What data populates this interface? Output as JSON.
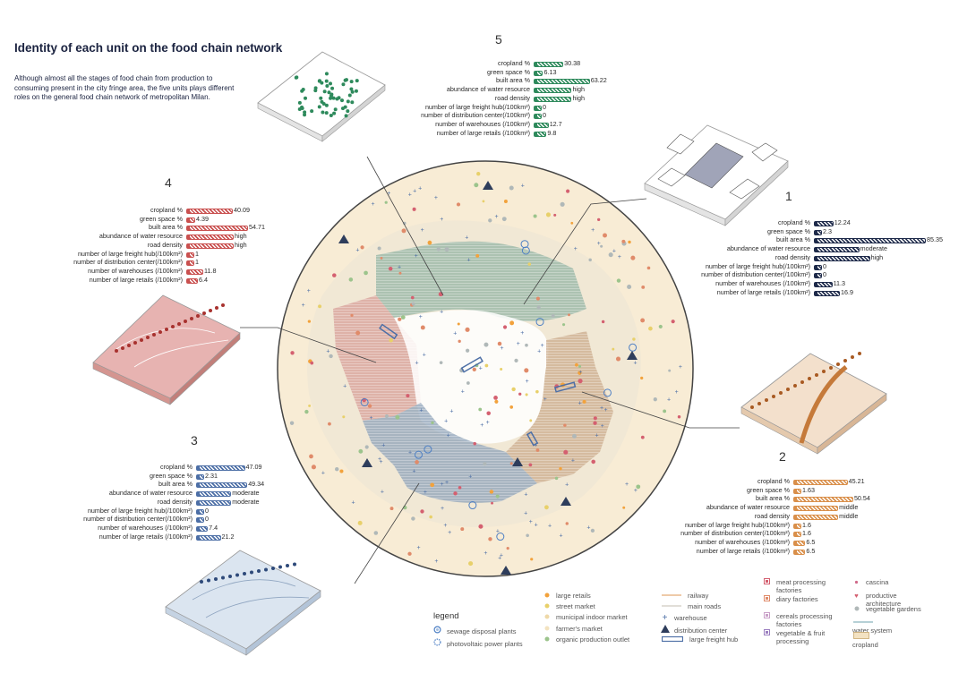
{
  "title": "Identity of each unit on the food chain network",
  "description": "Although almost all the stages of food chain from production to consuming present in the city fringe area, the five units plays different roles on the general food chain network of metropolitan Milan.",
  "units": [
    {
      "id": "5",
      "color": "#2e8a5c",
      "rows": [
        {
          "label": "cropland %",
          "value": "30.38",
          "bar": 0.36
        },
        {
          "label": "green space %",
          "value": "6.13",
          "bar": 0.07
        },
        {
          "label": "built area %",
          "value": "63.22",
          "bar": 0.74
        },
        {
          "label": "abundance of water resource",
          "value": "high",
          "bar": 0.48
        },
        {
          "label": "road density",
          "value": "high",
          "bar": 0.48
        },
        {
          "label": "number of large freight hub(/100km²)",
          "value": "0",
          "bar": 0.02
        },
        {
          "label": "number of distribution center(/100km²)",
          "value": "0",
          "bar": 0.02
        },
        {
          "label": "number of warehouses (/100km²)",
          "value": "12.7",
          "bar": 0.15
        },
        {
          "label": "number of large retails (/100km²)",
          "value": "9.8",
          "bar": 0.12
        }
      ]
    },
    {
      "id": "4",
      "color": "#c9504f",
      "rows": [
        {
          "label": "cropland %",
          "value": "40.09",
          "bar": 0.47
        },
        {
          "label": "green space %",
          "value": "4.39",
          "bar": 0.05
        },
        {
          "label": "built area %",
          "value": "54.71",
          "bar": 0.64
        },
        {
          "label": "abundance of water resource",
          "value": "high",
          "bar": 0.48
        },
        {
          "label": "road density",
          "value": "high",
          "bar": 0.48
        },
        {
          "label": "number of large freight hub(/100km²)",
          "value": "1",
          "bar": 0.02
        },
        {
          "label": "number of distribution center(/100km²)",
          "value": "1",
          "bar": 0.02
        },
        {
          "label": "number of warehouses (/100km²)",
          "value": "11.8",
          "bar": 0.14
        },
        {
          "label": "number of large retails (/100km²)",
          "value": "6.4",
          "bar": 0.08
        }
      ]
    },
    {
      "id": "1",
      "color": "#1e2a4a",
      "rows": [
        {
          "label": "cropland %",
          "value": "12.24",
          "bar": 0.14
        },
        {
          "label": "green space %",
          "value": "2.3",
          "bar": 0.03
        },
        {
          "label": "built area %",
          "value": "85.35",
          "bar": 1.0
        },
        {
          "label": "abundance of water resource",
          "value": "moderate",
          "bar": 0.38
        },
        {
          "label": "road density",
          "value": "high",
          "bar": 0.48
        },
        {
          "label": "number of large freight hub(/100km²)",
          "value": "0",
          "bar": 0.02
        },
        {
          "label": "number of distribution center(/100km²)",
          "value": "0",
          "bar": 0.02
        },
        {
          "label": "number of warehouses (/100km²)",
          "value": "11.3",
          "bar": 0.13
        },
        {
          "label": "number of large retails (/100km²)",
          "value": "16.9",
          "bar": 0.2
        }
      ]
    },
    {
      "id": "3",
      "color": "#4d6fa6",
      "rows": [
        {
          "label": "cropland %",
          "value": "47.09",
          "bar": 0.55
        },
        {
          "label": "green space %",
          "value": "2.31",
          "bar": 0.03
        },
        {
          "label": "built area %",
          "value": "49.34",
          "bar": 0.58
        },
        {
          "label": "abundance of water resource",
          "value": "moderate",
          "bar": 0.38
        },
        {
          "label": "road density",
          "value": "moderate",
          "bar": 0.38
        },
        {
          "label": "number of large freight hub(/100km²)",
          "value": "0",
          "bar": 0.02
        },
        {
          "label": "number of distribution center(/100km²)",
          "value": "0",
          "bar": 0.02
        },
        {
          "label": "number of warehouses (/100km²)",
          "value": "7.4",
          "bar": 0.09
        },
        {
          "label": "number of large retails (/100km²)",
          "value": "21.2",
          "bar": 0.25
        }
      ]
    },
    {
      "id": "2",
      "color": "#d98f4a",
      "rows": [
        {
          "label": "cropland %",
          "value": "45.21",
          "bar": 0.53
        },
        {
          "label": "green space %",
          "value": "1.63",
          "bar": 0.02
        },
        {
          "label": "built area %",
          "value": "50.54",
          "bar": 0.59
        },
        {
          "label": "abundance of water resource",
          "value": "middle",
          "bar": 0.43
        },
        {
          "label": "road density",
          "value": "middle",
          "bar": 0.43
        },
        {
          "label": "number of large freight hub(/100km²)",
          "value": "1.6",
          "bar": 0.02
        },
        {
          "label": "number of distribution center(/100km²)",
          "value": "1.6",
          "bar": 0.02
        },
        {
          "label": "number of warehouses (/100km²)",
          "value": "6.5",
          "bar": 0.08
        },
        {
          "label": "number of large retails (/100km²)",
          "value": "6.5",
          "bar": 0.08
        }
      ]
    }
  ],
  "legend": {
    "title": "legend",
    "col0": [
      {
        "label": "sewage disposal plants",
        "icon": "ring-blue-icon",
        "color": "#4d7fc4"
      },
      {
        "label": "photovoltaic power plants",
        "icon": "dashed-ring-icon",
        "color": "#4d7fc4"
      }
    ],
    "col1": [
      {
        "label": "large retails",
        "icon": "dot-orange-icon",
        "color": "#f2a23c"
      },
      {
        "label": "street market",
        "icon": "dot-yellow-icon",
        "color": "#e8d06a"
      },
      {
        "label": "municipal indoor market",
        "icon": "dot-pale-icon",
        "color": "#efd9a8"
      },
      {
        "label": "farmer's market",
        "icon": "dot-cream-icon",
        "color": "#f3e3c0"
      },
      {
        "label": "organic production outlet",
        "icon": "dot-green-icon",
        "color": "#9cc48c"
      }
    ],
    "col2": [
      {
        "label": "railway",
        "icon": "line-icon",
        "color": "#e8b98c"
      },
      {
        "label": "main roads",
        "icon": "line-icon",
        "color": "#d7d4cc"
      },
      {
        "label": "warehouse",
        "icon": "plus-icon",
        "color": "#4d6fa6"
      },
      {
        "label": "distribution center",
        "icon": "triangle-icon",
        "color": "#2e3d5c"
      },
      {
        "label": "large freight hub",
        "icon": "rect-icon",
        "color": "#4d6fa6"
      }
    ],
    "col3": [
      {
        "label": "meat processing factories",
        "icon": "square-icon",
        "color": "#d46070"
      },
      {
        "label": "diary factories",
        "icon": "square-icon",
        "color": "#e08b6a"
      },
      {
        "label": "cereals processing factories",
        "icon": "square-icon",
        "color": "#c9a0c8"
      },
      {
        "label": "vegetable & fruit processing",
        "icon": "square-icon",
        "color": "#9b7fc0"
      }
    ],
    "col4": [
      {
        "label": "cascina",
        "icon": "small-dot-icon",
        "color": "#d06a8a"
      },
      {
        "label": "productive architecture",
        "icon": "heart-icon",
        "color": "#d46070"
      },
      {
        "label": "vegetable gardens",
        "icon": "dot-icon",
        "color": "#b0b8b8"
      },
      {
        "label": "water system",
        "icon": "line-icon",
        "color": "#9ec0c9"
      },
      {
        "label": "cropland",
        "icon": "box-icon",
        "color": "#f3e2c2"
      }
    ]
  }
}
